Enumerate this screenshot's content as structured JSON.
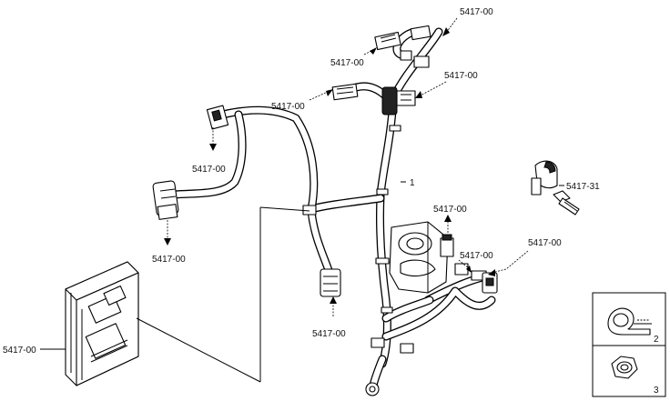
{
  "callouts": {
    "ref_top_right": "5417-00",
    "ref_top_left": "5417-00",
    "ref_upper_center": "5417-00",
    "ref_upper_right": "5417-00",
    "ref_left_upper": "5417-00",
    "ref_left_lower": "5417-00",
    "ref_center_right": "5417-00",
    "ref_right_mid": "5417-00",
    "ref_right_far": "5417-00",
    "ref_center_bottom": "5417-00",
    "ref_ecu": "5417-00",
    "ref_bracket_bolt": "5417-31",
    "item_main_harness": "1"
  },
  "detail_panel": {
    "item_clip": "2",
    "item_nut": "3"
  }
}
